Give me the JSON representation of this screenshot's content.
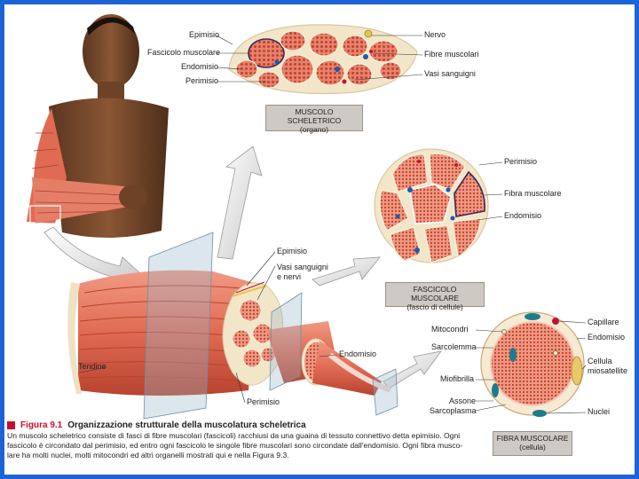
{
  "labels": {
    "epimisio_top": "Epimisio",
    "fascicolo_muscolare": "Fascicolo muscolare",
    "endomisio_top": "Endomisio",
    "perimisio_top": "Perimisio",
    "nervo": "Nervo",
    "fibre_muscolari": "Fibre muscolari",
    "vasi_sanguigni_top": "Vasi sanguigni",
    "perimisio_mid": "Perimisio",
    "fibra_muscolare": "Fibra muscolare",
    "endomisio_mid": "Endomisio",
    "epimisio_mid": "Epimisio",
    "vasi_nervi_1": "Vasi sanguigni",
    "vasi_nervi_2": "e nervi",
    "tendine": "Tendine",
    "endomisio_bottom": "Endomisio",
    "perimisio_bottom": "Perimisio",
    "mitocondri": "Mitocondri",
    "sarcolemma": "Sarcolemma",
    "miofibrilla": "Miofibrilla",
    "assone": "Assone",
    "sarcoplasma": "Sarcoplasma",
    "capillare": "Capillare",
    "endomisio_cell": "Endomisio",
    "cellula_1": "Cellula",
    "cellula_2": "miosatellite",
    "nuclei": "Nuclei"
  },
  "boxes": {
    "muscolo_1": "MUSCOLO SCHELETRICO",
    "muscolo_2": "(organo)",
    "fascicolo_1": "FASCICOLO MUSCOLARE",
    "fascicolo_2": "(fascio di cellule)",
    "fibra_1": "FIBRA MUSCOLARE",
    "fibra_2": "(cellula)"
  },
  "caption": {
    "figure": "Figura 9.1",
    "title": "Organizzazione strutturale della muscolatura scheletrica",
    "line1": "Un muscolo scheletrico consiste di fasci di fibre muscolari (fascicoli) racchiusi da una guaina di tessuto connettivo detta epimisio. Ogni",
    "line2": "fascicolo è circondato dal perimisio, ed entro ogni fascicolo le singole fibre muscolari sono circondate dall'endomisio. Ogni fibra musco-",
    "line3": "lare ha molti nuclei, molti mitocondri ed altri organelli mostrati qui e nella Figura 9.3."
  },
  "colors": {
    "frame": "#1e63d6",
    "muscle": "#e5735c",
    "connective": "#f2e6c9",
    "caption_accent": "#c8102e"
  }
}
